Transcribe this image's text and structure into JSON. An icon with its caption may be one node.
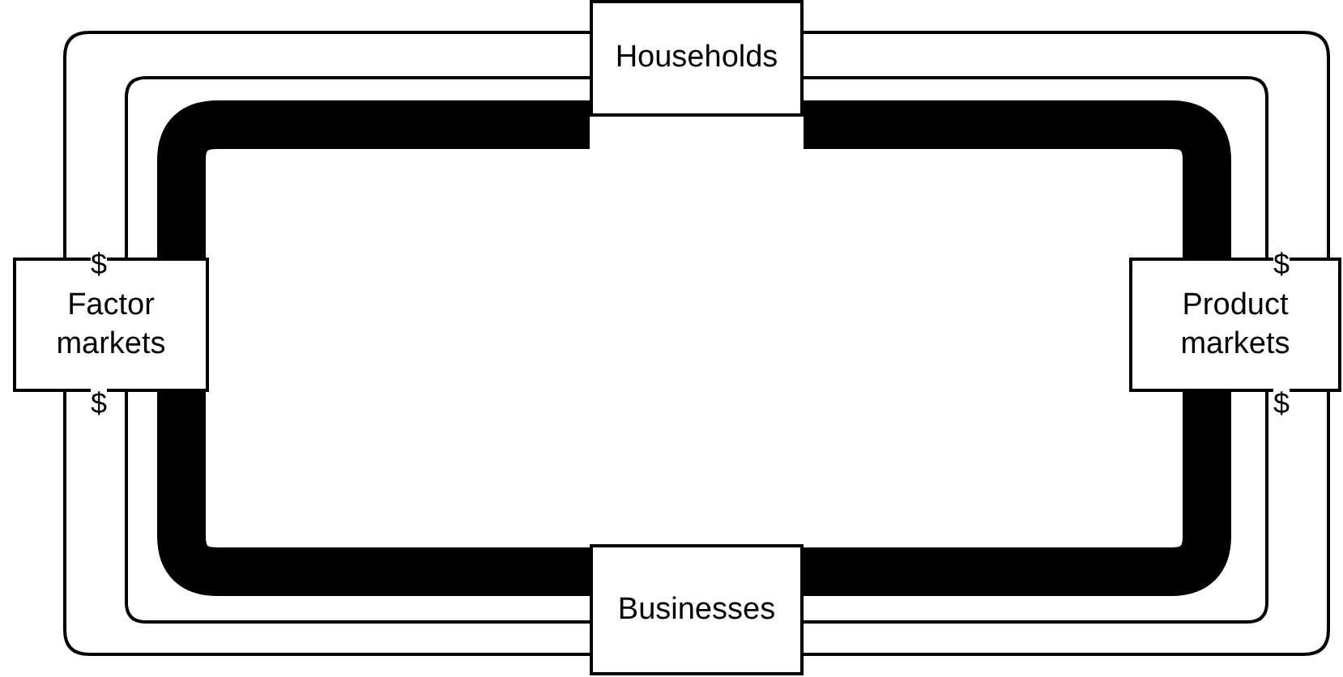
{
  "diagram": {
    "nodes": [
      {
        "text": [
          "Households"
        ]
      },
      {
        "text": [
          "Product markets"
        ]
      },
      {
        "text": [
          "Businesses"
        ]
      },
      {
        "text": [
          "Factor markets"
        ]
      }
    ],
    "edges": [
      {
        "from": 0,
        "to": 1,
        "arrow": "none"
      },
      {
        "from": 1,
        "to": 2,
        "arrow": "none"
      },
      {
        "from": 2,
        "to": 3,
        "arrow": "none"
      },
      {
        "from": 3,
        "to": 0,
        "arrow": "none"
      },
      {
        "from": 0,
        "to": 1,
        "arrow": "none"
      },
      {
        "from": 1,
        "to": 2,
        "arrow": "none"
      },
      {
        "from": 2,
        "to": 3,
        "arrow": "none"
      },
      {
        "from": 3,
        "to": 0,
        "arrow": "none"
      },
      {
        "from": 0,
        "to": 1,
        "arrow": "none",
        "style": "thick"
      },
      {
        "from": 1,
        "to": 2,
        "arrow": "none",
        "style": "thick"
      },
      {
        "from": 2,
        "to": 3,
        "arrow": "none",
        "style": "thick"
      },
      {
        "from": 3,
        "to": 0,
        "arrow": "none",
        "style": "thick"
      }
    ],
    "labels": [
      "$",
      "$",
      "$",
      "$"
    ]
  }
}
